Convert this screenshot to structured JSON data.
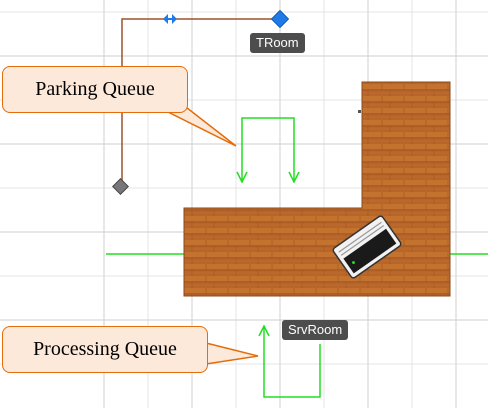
{
  "canvas": {
    "background": "#ffffff",
    "grid_color": "#d9d9d9",
    "floor_color": "#b8652a",
    "path_color": "#22dd22",
    "wire_color": "#a0522d",
    "handle_color": "#1e7be6"
  },
  "labels": {
    "troom": "TRoom",
    "srvroom": "SrvRoom"
  },
  "callouts": {
    "parking_queue": "Parking Queue",
    "processing_queue": "Processing Queue"
  },
  "icons": {
    "server_rack": "server-icon",
    "corner_handle": "diamond-handle-icon",
    "resize_handle": "double-arrow-icon"
  }
}
